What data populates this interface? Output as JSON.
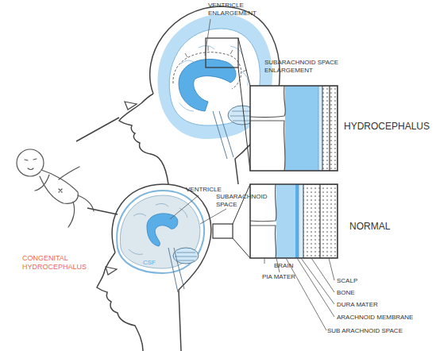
{
  "diagram": {
    "labels": [
      "VENTRICLE ENLARGEMENT",
      "SUBARACHNOID SPACE ENLARGEMENT",
      "HYDROCEPHALUS",
      "VENTRICLE",
      "SUBARACHNOID SPACE",
      "NORMAL",
      "CONGENITAL HYDROCEPHALUS",
      "CSF",
      "BRAIN",
      "SCALP",
      "PIA MATER",
      "BONE",
      "DURA MATER",
      "ARACHNOID MEMBRANE",
      "SUB ARACHNOID SPACE"
    ]
  }
}
